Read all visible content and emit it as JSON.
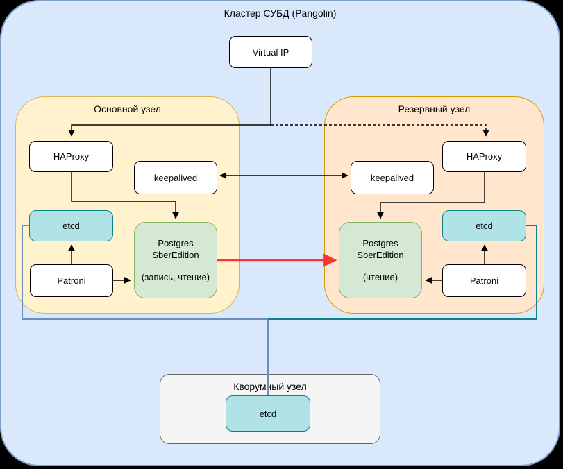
{
  "title": "Кластер СУБД (Pangolin)",
  "virtual_ip": {
    "label": "Virtual IP"
  },
  "primary_node": {
    "label": "Основной узел",
    "haproxy": "HAProxy",
    "keepalived": "keepalived",
    "etcd": "etcd",
    "patroni": "Patroni",
    "postgres_line1": "Postgres",
    "postgres_line2": "SberEdition",
    "postgres_mode": "(запись, чтение)"
  },
  "reserve_node": {
    "label": "Резервный узел",
    "haproxy": "HAProxy",
    "keepalived": "keepalived",
    "etcd": "etcd",
    "patroni": "Patroni",
    "postgres_line1": "Postgres",
    "postgres_line2": "SberEdition",
    "postgres_mode": "(чтение)"
  },
  "quorum_node": {
    "label": "Кворумный узел",
    "etcd": "etcd"
  },
  "colors": {
    "canvas_fill": "#dae8fc",
    "canvas_border": "#7ea0c9",
    "primary_fill": "#fff2cc",
    "primary_border": "#d6b656",
    "reserve_fill": "#ffe6cc",
    "reserve_border": "#d79b00",
    "etcd_fill": "#b0e3e6",
    "etcd_border": "#0e8088",
    "postgres_fill": "#d5e8d4",
    "postgres_border": "#82b366",
    "quorum_fill": "#f5f5f5",
    "quorum_border": "#666666",
    "replication_arrow": "#ff3333",
    "etcd_link_primary": "#6c8ebf",
    "etcd_link_reserve": "#11808a",
    "edge_color": "#000000"
  }
}
